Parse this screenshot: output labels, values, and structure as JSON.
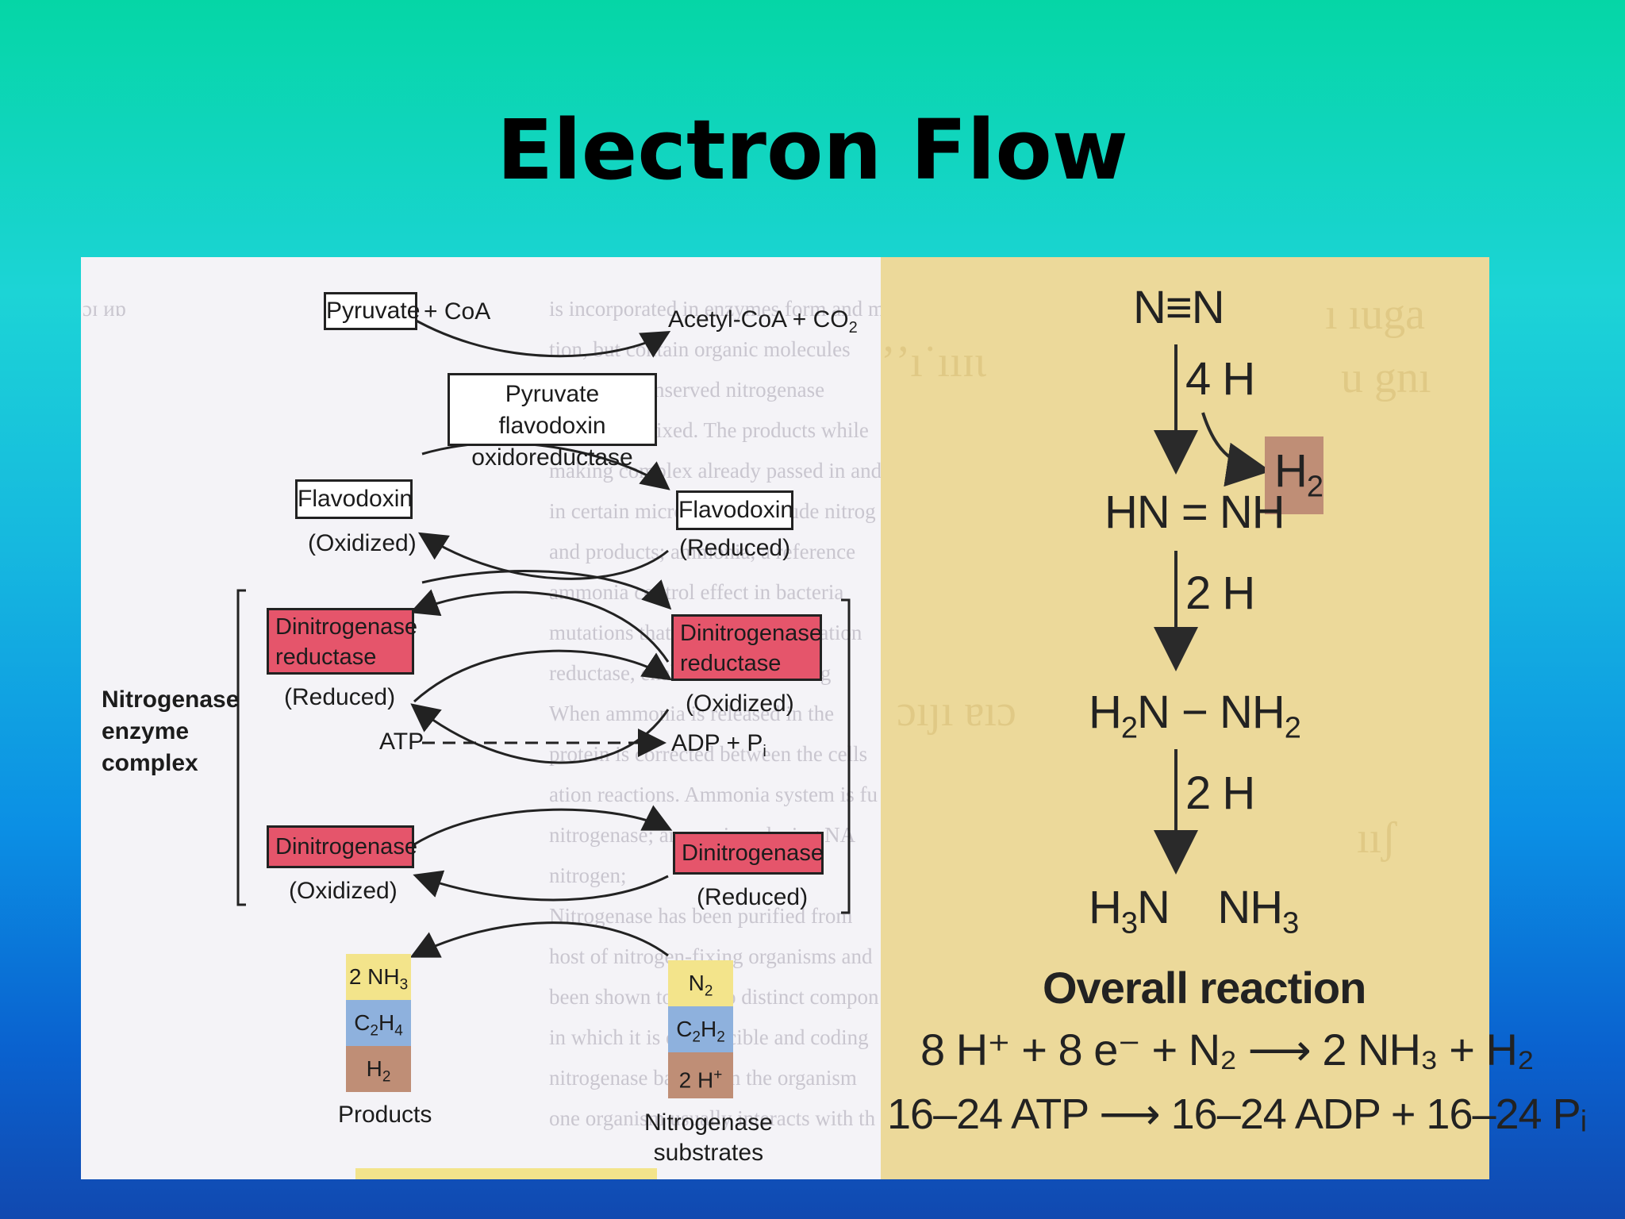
{
  "title": "Electron Flow",
  "left_diagram": {
    "pyruvate": "Pyruvate",
    "plus_coa": "+ CoA",
    "acetyl_coa": "Acetyl-CoA + CO",
    "acetyl_sub": "2",
    "pfor_line1": "Pyruvate flavodoxin",
    "pfor_line2": "oxidoreductase",
    "flavodoxin": "Flavodoxin",
    "oxidized": "(Oxidized)",
    "reduced": "(Reduced)",
    "dinitrogenase_reductase_line1": "Dinitrogenase",
    "dinitrogenase_reductase_line2": "reductase",
    "dinitrogenase": "Dinitrogenase",
    "complex_line1": "Nitrogenase",
    "complex_line2": "enzyme",
    "complex_line3": "complex",
    "atp": "ATP",
    "adp": "ADP + P",
    "adp_sub": "i",
    "products": {
      "label": "Products",
      "items": [
        {
          "main": "2 NH",
          "sub": "3",
          "color": "#f3e48b"
        },
        {
          "main": "C",
          "sub": "2",
          "main2": "H",
          "sub2": "4",
          "color": "#8eb1dd"
        },
        {
          "main": "H",
          "sub": "2",
          "color": "#bf8e76"
        }
      ]
    },
    "substrates": {
      "label_line1": "Nitrogenase",
      "label_line2": "substrates",
      "items": [
        {
          "main": "N",
          "sub": "2",
          "color": "#f3e48b"
        },
        {
          "main": "C",
          "sub": "2",
          "main2": "H",
          "sub2": "2",
          "color": "#8eb1dd"
        },
        {
          "main": "2 H",
          "sup": "+",
          "color": "#bf8e76"
        }
      ]
    }
  },
  "right_diagram": {
    "n2": "N≡N",
    "step1": "4 H",
    "h2_main": "H",
    "h2_sub": "2",
    "diazene": "HN = NH",
    "step2": "2 H",
    "hydrazine_a": "H",
    "hydrazine_b": "N −  NH",
    "step3": "2 H",
    "ammonia_a": "H",
    "ammonia_b": "N    NH",
    "sub": "2",
    "sub3": "3",
    "overall_label": "Overall reaction",
    "eq1": "8 H⁺ + 8 e⁻ + N₂ ⟶ 2 NH₃ + H₂",
    "eq2": "16–24 ATP ⟶ 16–24 ADP + 16–24 Pᵢ"
  },
  "colors": {
    "red_box": "#e5556b",
    "h2_box": "#bf8e76",
    "right_panel": "#ecd99a"
  }
}
